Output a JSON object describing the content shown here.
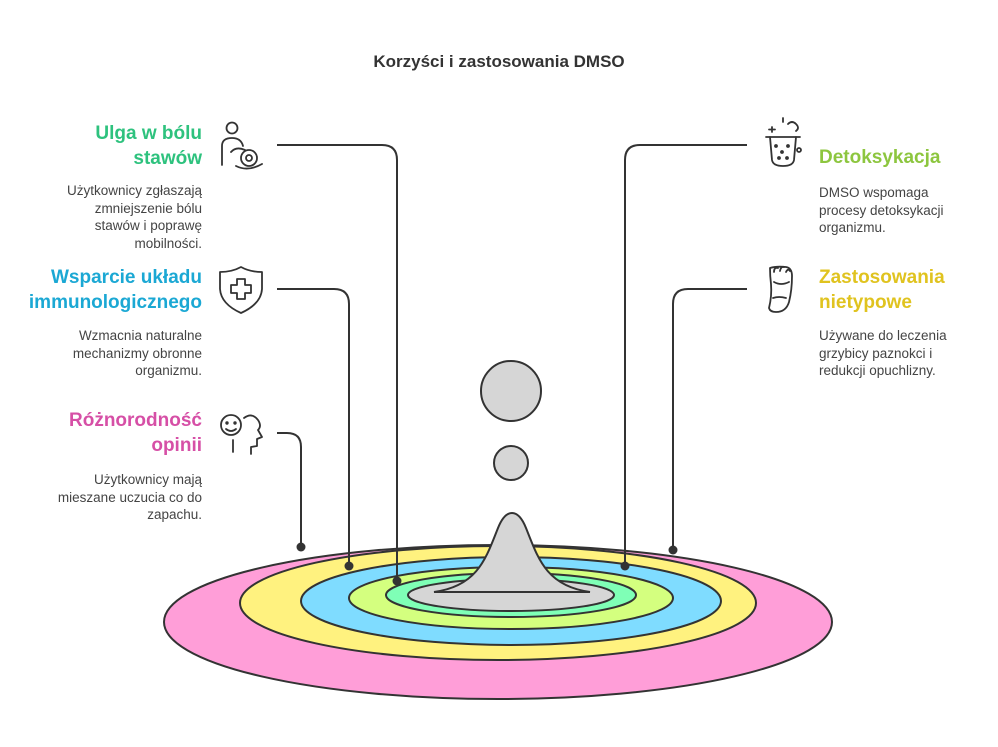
{
  "title": "Korzyści i zastosowania DMSO",
  "colors": {
    "outer_ring": "#ff9ed8",
    "ring2": "#fff27f",
    "ring3": "#7fdcff",
    "ring4": "#d4ff7f",
    "ring5": "#7fffb6",
    "core": "#d6d6d6",
    "stroke": "#333333"
  },
  "items": [
    {
      "key": "joint",
      "title_lines": [
        "Ulga w bólu",
        "stawów"
      ],
      "color": "#2ec27e",
      "desc_lines": [
        "Użytkownicy zgłaszają",
        "zmniejszenie bólu",
        "stawów i poprawę",
        "mobilności."
      ],
      "icon": "person-holding-joint-icon"
    },
    {
      "key": "immune",
      "title_lines": [
        "Wsparcie układu",
        "immunologicznego"
      ],
      "color": "#1ba8d4",
      "desc_lines": [
        "Wzmacnia naturalne",
        "mechanizmy obronne",
        "organizmu."
      ],
      "icon": "shield-cross-icon"
    },
    {
      "key": "opinions",
      "title_lines": [
        "Różnorodność",
        "opinii"
      ],
      "color": "#d64fa6",
      "desc_lines": [
        "Użytkownicy mają",
        "mieszane uczucia co do",
        "zapachu."
      ],
      "icon": "smiling-face-profile-icon"
    },
    {
      "key": "detox",
      "title_lines": [
        "Detoksykacja"
      ],
      "color": "#8dc63f",
      "desc_lines": [
        "DMSO wspomaga",
        "procesy detoksykacji",
        "organizmu."
      ],
      "icon": "fizzing-glass-icon"
    },
    {
      "key": "unusual",
      "title_lines": [
        "Zastosowania",
        "nietypowe"
      ],
      "color": "#e0c31f",
      "desc_lines": [
        "Używane do leczenia",
        "grzybicy paznokci i",
        "redukcji opuchlizny."
      ],
      "icon": "foot-icon"
    }
  ]
}
